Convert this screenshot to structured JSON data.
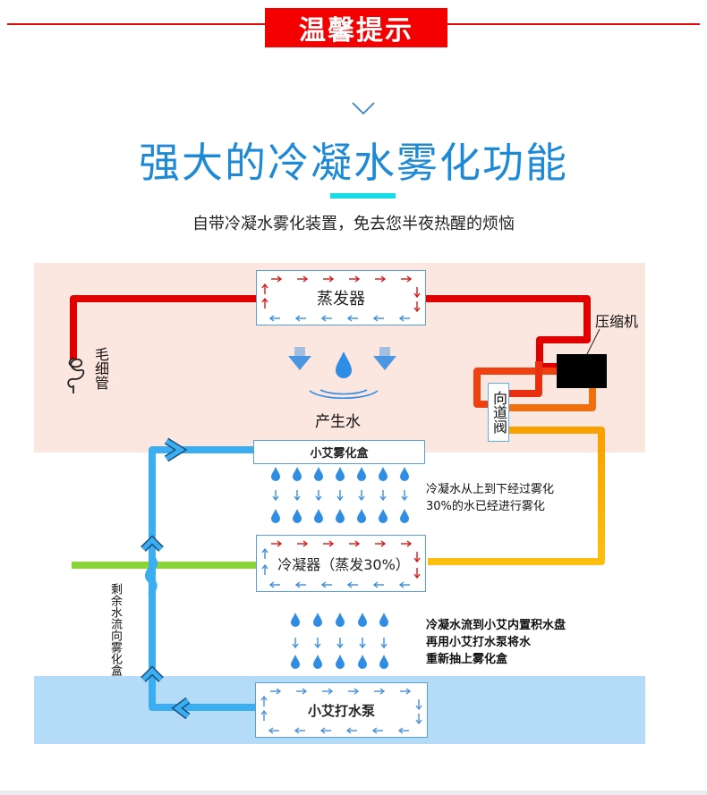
{
  "header": {
    "badge_text": "温馨提示",
    "accent_color": "#f40000"
  },
  "hero": {
    "chevron_icon": "chevron-down-icon",
    "title": "强大的冷凝水雾化功能",
    "title_color": "#1e8ad6",
    "subtitle": "自带冷凝水雾化装置，免去您半夜热醒的烦恼"
  },
  "diagram": {
    "components": {
      "evaporator": "蒸发器",
      "compressor": "压缩机",
      "valve": "向道阀",
      "capillary": "毛细管",
      "water_produced": "产生水",
      "atomizer_box": "小艾雾化盒",
      "condenser": "冷凝器（蒸发30%）",
      "pump": "小艾打水泵",
      "remaining_water": "剩余水流向雾化盒"
    },
    "notes": {
      "atomize": [
        "冷凝水从上到下经过雾化",
        "30%的水已经进行雾化"
      ],
      "pump": [
        "冷凝水流到小艾内置积水盘",
        "再用小艾打水泵将水",
        "重新抽上雾化盒"
      ]
    },
    "colors": {
      "hot_pipe": "#e00000",
      "warm_pipe": "#f07010",
      "orange_pipe": "#f8a800",
      "cool_pipe": "#8cd43c",
      "water_pipe": "#3aaef0",
      "pink_zone": "#fce6e0",
      "blue_zone": "#b4dcf8"
    },
    "icons": [
      "arrow-right-icon",
      "arrow-down-icon",
      "arrow-left-icon",
      "arrow-up-icon",
      "water-drop-icon",
      "ripple-icon",
      "capillary-coil-icon",
      "flow-chevron-icon"
    ]
  }
}
